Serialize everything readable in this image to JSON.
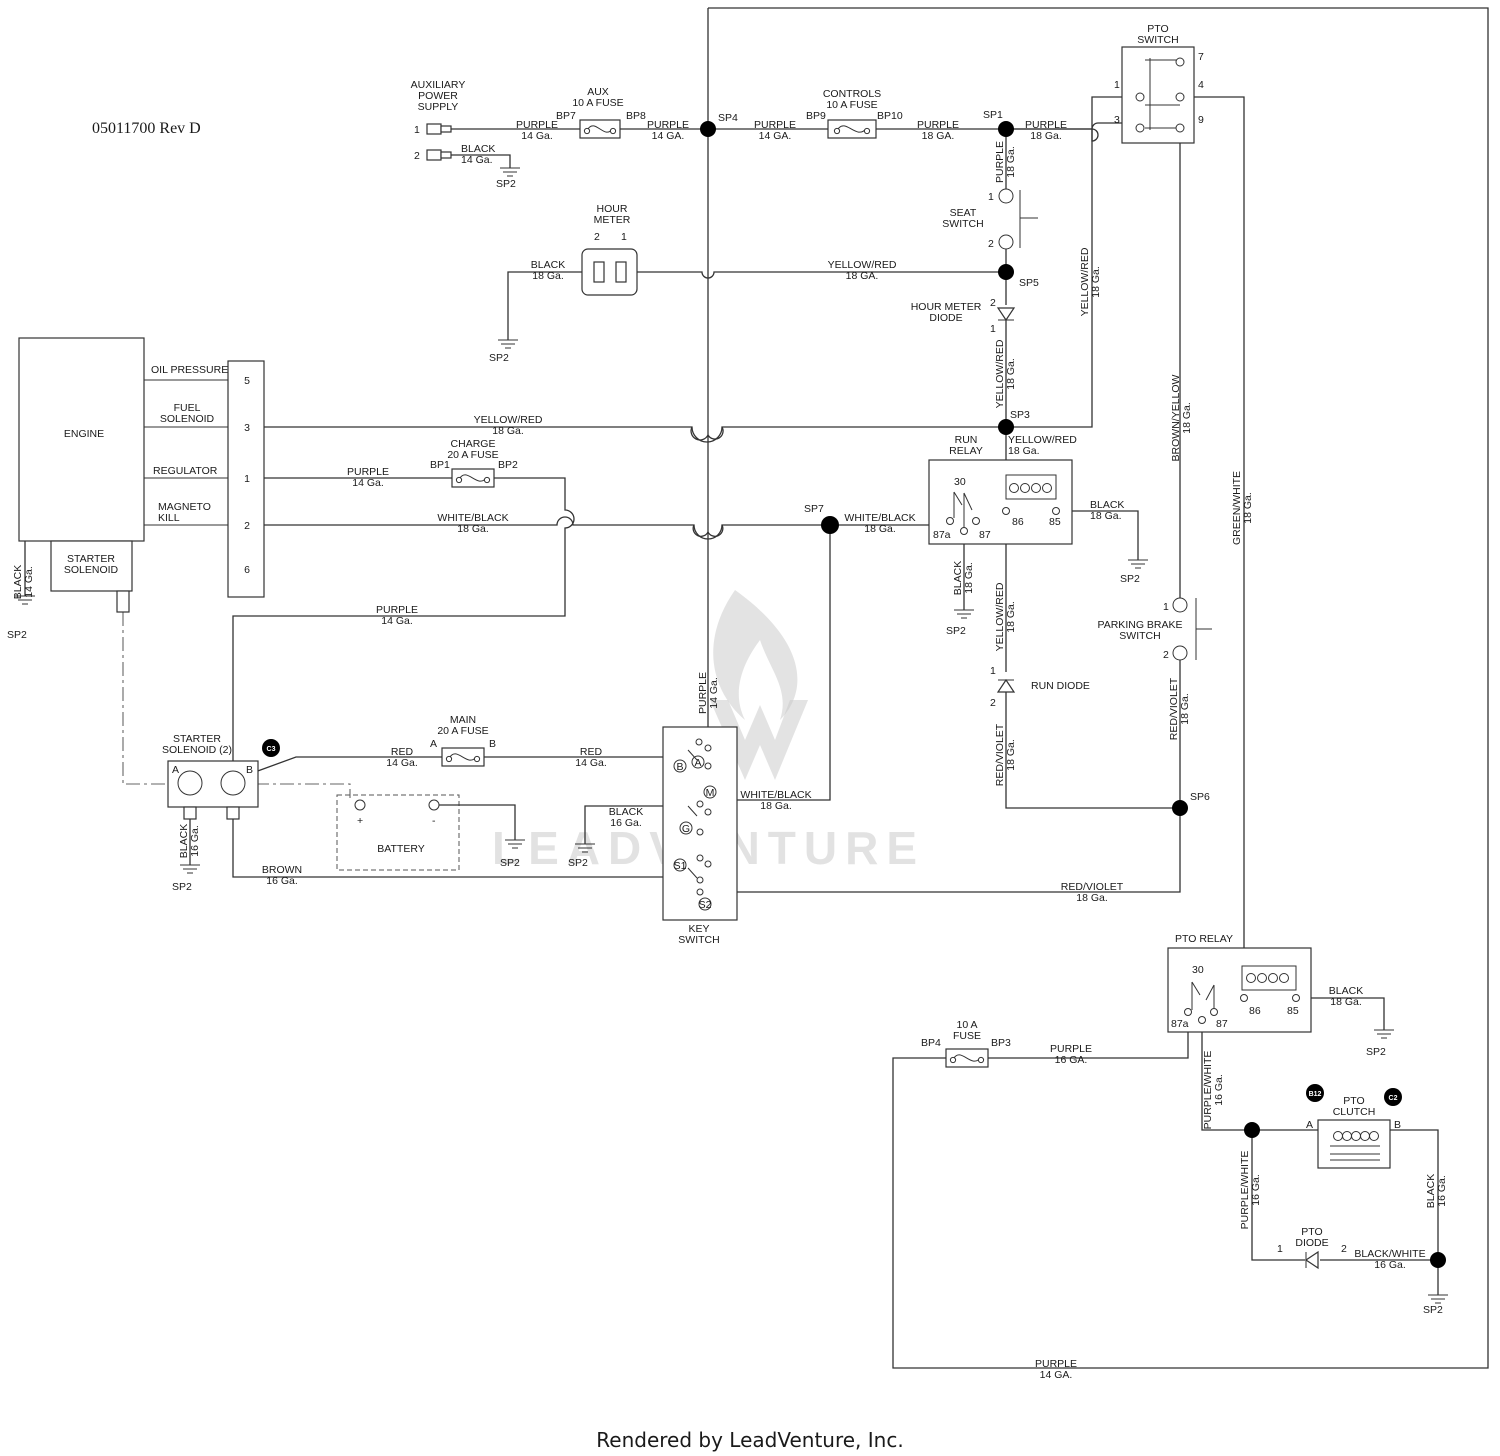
{
  "doc_number": "05011700 Rev D",
  "footer": "Rendered by LeadVenture, Inc.",
  "watermark": "LEADVENTURE",
  "components": {
    "aux_supply": "AUXILIARY|POWER|SUPPLY",
    "aux_fuse": "AUX|10 A FUSE",
    "controls_fuse": "CONTROLS|10 A FUSE",
    "pto_switch": "PTO|SWITCH",
    "hour_meter": "HOUR|METER",
    "seat_switch": "SEAT|SWITCH",
    "hour_meter_diode": "HOUR METER|DIODE",
    "engine": "ENGINE",
    "starter_solenoid_engine": "STARTER|SOLENOID",
    "charge_fuse": "CHARGE|20 A FUSE",
    "run_relay": "RUN|RELAY",
    "parking_brake": "PARKING BRAKE|SWITCH",
    "run_diode": "RUN DIODE",
    "starter_solenoid_2": "STARTER|SOLENOID (2)",
    "main_fuse": "MAIN|20 A FUSE",
    "battery": "BATTERY",
    "key_switch": "KEY|SWITCH",
    "pto_relay": "PTO RELAY",
    "fuse_10a": "10 A|FUSE",
    "pto_clutch": "PTO|CLUTCH",
    "pto_diode": "PTO|DIODE"
  },
  "engine_pins": {
    "oil_pressure": "OIL PRESSURE",
    "fuel_solenoid": "FUEL|SOLENOID",
    "regulator": "REGULATOR",
    "magneto_kill": "MAGNETO|KILL",
    "pins": [
      "5",
      "3",
      "1",
      "2",
      "6"
    ]
  },
  "splices": {
    "sp1": "SP1",
    "sp2": "SP2",
    "sp3": "SP3",
    "sp4": "SP4",
    "sp5": "SP5",
    "sp6": "SP6",
    "sp7": "SP7"
  },
  "fuse_pins": {
    "bp1": "BP1",
    "bp2": "BP2",
    "bp3": "BP3",
    "bp4": "BP4",
    "bp7": "BP7",
    "bp8": "BP8",
    "bp9": "BP9",
    "bp10": "BP10"
  },
  "relay_pins": {
    "p30": "30",
    "p87a": "87a",
    "p87": "87",
    "p86": "86",
    "p85": "85"
  },
  "key_pins": {
    "b": "B",
    "a": "A",
    "m": "M",
    "g": "G",
    "s1": "S1",
    "s2": "S2"
  },
  "tags": {
    "c3": "C3",
    "b12": "B12",
    "c2": "C2"
  },
  "nums": {
    "n1": "1",
    "n2": "2",
    "n3": "3",
    "n4": "4",
    "n7": "7",
    "n9": "9"
  },
  "letters": {
    "a": "A",
    "b": "B",
    "plus": "+",
    "minus": "-"
  },
  "wires": {
    "aux_black": "BLACK|14 Ga.",
    "aux_purple": "PURPLE|14 Ga.",
    "sp4_purple_in": "PURPLE|14 GA.",
    "sp4_purple_out": "PURPLE|14 GA.",
    "controls_purple": "PURPLE|18 GA.",
    "sp1_purple_right": "PURPLE|18 Ga.",
    "sp1_purple_down": "PURPLE|18 Ga.",
    "hour_black": "BLACK|18 Ga.",
    "hour_yellow_red": "YELLOW/RED|18 GA.",
    "pto_yellow_red": "YELLOW/RED|18 Ga.",
    "diode_yellow_red": "YELLOW/RED|18 Ga.",
    "engine_yellow_red": "YELLOW/RED|18 Ga.",
    "relay_yellow_red": "YELLOW/RED|18 Ga.",
    "charge_purple": "PURPLE|14 Ga.",
    "magneto_white_black": "WHITE/BLACK|18 Ga.",
    "relay_white_black": "WHITE/BLACK|18 Ga.",
    "relay_black_85": "BLACK|18 Ga.",
    "relay_black_87a": "BLACK|18 Ga.",
    "run_yellow_red": "YELLOW/RED|18 Ga.",
    "brown_yellow": "BROWN/YELLOW|18 Ga.",
    "green_white": "GREEN/WHITE|18 Ga.",
    "engine_black": "BLACK|14 Ga.",
    "bat_purple": "PURPLE|14 Ga.",
    "key_purple": "PURPLE|14 Ga.",
    "red_left": "RED|14 Ga.",
    "red_right": "RED|14 Ga.",
    "key_black": "BLACK|16 Ga.",
    "key_white_black": "WHITE/BLACK|18 Ga.",
    "solenoid_black": "BLACK|16 Ga.",
    "brown": "BROWN|16 Ga.",
    "run_red_violet": "RED/VIOLET|18 Ga.",
    "park_red_violet": "RED/VIOLET|18 Ga.",
    "key_red_violet": "RED/VIOLET|18 Ga.",
    "pto_relay_black": "BLACK|18 Ga.",
    "pto_purple_16": "PURPLE|16 GA.",
    "purple_white_relay": "PURPLE/WHITE|16 Ga.",
    "purple_white_diode": "PURPLE/WHITE|16 Ga.",
    "clutch_black": "BLACK|16 Ga.",
    "diode_black_white": "BLACK/WHITE|16 Ga.",
    "bottom_purple": "PURPLE|14 GA."
  }
}
